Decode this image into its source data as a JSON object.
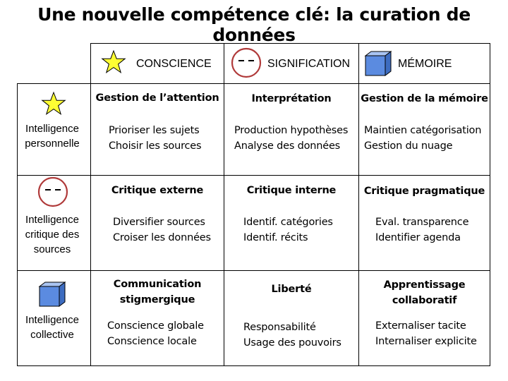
{
  "title": "Une nouvelle compétence clé: la curation de données",
  "columns": [
    {
      "label": "CONSCIENCE",
      "icon": "star-icon"
    },
    {
      "label": "SIGNIFICATION",
      "icon": "dashes-circle-icon"
    },
    {
      "label": "MÉMOIRE",
      "icon": "cube-icon"
    }
  ],
  "rows": [
    {
      "label_lines": [
        "Intelligence",
        "personnelle"
      ],
      "icon": "star-icon",
      "cells": [
        {
          "head": [
            "Gestion de l’attention"
          ],
          "lines": [
            "Prioriser les sujets",
            "Choisir les sources"
          ]
        },
        {
          "head": [
            "Interprétation"
          ],
          "lines": [
            "Production hypothèses",
            "Analyse des données"
          ]
        },
        {
          "head": [
            "Gestion de la mémoire"
          ],
          "lines": [
            "Maintien catégorisation",
            "Gestion du nuage"
          ]
        }
      ]
    },
    {
      "label_lines": [
        "Intelligence",
        "critique des",
        "sources"
      ],
      "icon": "dashes-circle-icon",
      "cells": [
        {
          "head": [
            "Critique externe"
          ],
          "lines": [
            "Diversifier sources",
            "Croiser les données"
          ]
        },
        {
          "head": [
            "Critique interne"
          ],
          "lines": [
            "Identif. catégories",
            "Identif. récits"
          ]
        },
        {
          "head": [
            "Critique pragmatique"
          ],
          "lines": [
            "Eval. transparence",
            "Identifier agenda"
          ]
        }
      ]
    },
    {
      "label_lines": [
        "Intelligence",
        "collective"
      ],
      "icon": "cube-icon",
      "cells": [
        {
          "head": [
            "Communication",
            "stigmergique"
          ],
          "lines": [
            "Conscience globale",
            "Conscience locale"
          ]
        },
        {
          "head": [
            "Liberté"
          ],
          "lines": [
            "Responsabilité",
            "Usage des pouvoirs"
          ]
        },
        {
          "head": [
            "Apprentissage",
            "collaboratif"
          ],
          "lines": [
            "Externaliser tacite",
            "Internaliser explicite"
          ]
        }
      ]
    }
  ],
  "colors": {
    "star_fill": "#ffff33",
    "circle_stroke": "#b03a3a",
    "cube_front": "#5b8be0",
    "cube_top": "#a9c4f2",
    "cube_side": "#3d6cc0"
  }
}
